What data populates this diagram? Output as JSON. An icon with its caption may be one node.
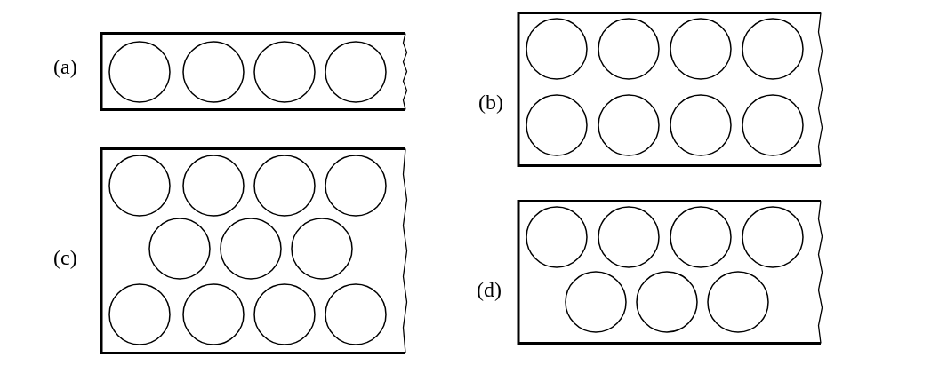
{
  "diagram": {
    "nodes": [
      {
        "text": [
          "(a)"
        ]
      },
      {
        "text": [],
        "shape": "circle",
        "in": 0
      },
      {
        "text": [],
        "shape": "circle",
        "in": 0
      },
      {
        "text": [],
        "shape": "circle",
        "in": 0
      },
      {
        "text": [],
        "shape": "circle",
        "in": 0
      },
      {
        "text": [
          "(b)"
        ]
      },
      {
        "text": [],
        "shape": "circle",
        "in": 5
      },
      {
        "text": [],
        "shape": "circle",
        "in": 5
      },
      {
        "text": [],
        "shape": "circle",
        "in": 5
      },
      {
        "text": [],
        "shape": "circle",
        "in": 5
      },
      {
        "text": [],
        "shape": "circle",
        "in": 5
      },
      {
        "text": [],
        "shape": "circle",
        "in": 5
      },
      {
        "text": [],
        "shape": "circle",
        "in": 5
      },
      {
        "text": [],
        "shape": "circle",
        "in": 5
      },
      {
        "text": [
          "(c)"
        ]
      },
      {
        "text": [],
        "shape": "circle",
        "in": 14
      },
      {
        "text": [],
        "shape": "circle",
        "in": 14
      },
      {
        "text": [],
        "shape": "circle",
        "in": 14
      },
      {
        "text": [],
        "shape": "circle",
        "in": 14
      },
      {
        "text": [],
        "shape": "circle",
        "in": 14
      },
      {
        "text": [],
        "shape": "circle",
        "in": 14
      },
      {
        "text": [],
        "shape": "circle",
        "in": 14
      },
      {
        "text": [],
        "shape": "circle",
        "in": 14
      },
      {
        "text": [],
        "shape": "circle",
        "in": 14
      },
      {
        "text": [],
        "shape": "circle",
        "in": 14
      },
      {
        "text": [],
        "shape": "circle",
        "in": 14
      },
      {
        "text": [
          "(d)"
        ]
      },
      {
        "text": [],
        "shape": "circle",
        "in": 26
      },
      {
        "text": [],
        "shape": "circle",
        "in": 26
      },
      {
        "text": [],
        "shape": "circle",
        "in": 26
      },
      {
        "text": [],
        "shape": "circle",
        "in": 26
      },
      {
        "text": [],
        "shape": "circle",
        "in": 26
      },
      {
        "text": [],
        "shape": "circle",
        "in": 26
      },
      {
        "text": [],
        "shape": "circle",
        "in": 26
      }
    ]
  }
}
